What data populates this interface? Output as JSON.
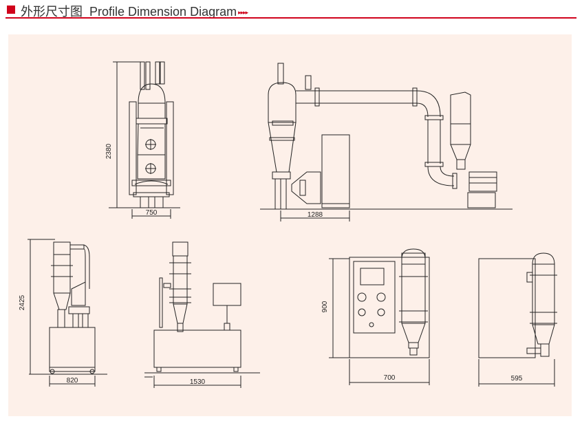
{
  "header": {
    "title": "外形尺寸图",
    "title_en": "Profile Dimension Diagram",
    "arrows": "▸▸▸▸",
    "accent_color": "#d0021b"
  },
  "panel": {
    "background": "#fdf0e9"
  },
  "dimensions": {
    "front_height": "2380",
    "front_width": "750",
    "side_width": "1288",
    "left_height": "2425",
    "left_width": "820",
    "middle_width": "1530",
    "right_height": "900",
    "right_width": "700",
    "far_width": "595"
  }
}
